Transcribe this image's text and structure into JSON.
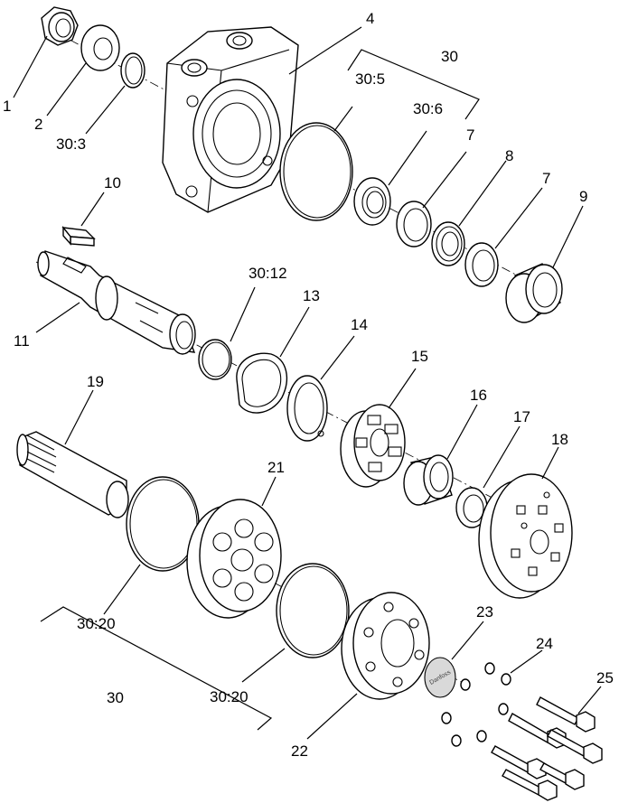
{
  "diagram": {
    "callouts": [
      {
        "id": "c1",
        "text": "1"
      },
      {
        "id": "c2",
        "text": "2"
      },
      {
        "id": "c30_3",
        "text": "30:3"
      },
      {
        "id": "c4",
        "text": "4"
      },
      {
        "id": "c30",
        "text": "30"
      },
      {
        "id": "c30_5",
        "text": "30:5"
      },
      {
        "id": "c30_6",
        "text": "30:6"
      },
      {
        "id": "c7a",
        "text": "7"
      },
      {
        "id": "c8",
        "text": "8"
      },
      {
        "id": "c7b",
        "text": "7"
      },
      {
        "id": "c9",
        "text": "9"
      },
      {
        "id": "c10",
        "text": "10"
      },
      {
        "id": "c11",
        "text": "11"
      },
      {
        "id": "c30_12",
        "text": "30:12"
      },
      {
        "id": "c13",
        "text": "13"
      },
      {
        "id": "c14",
        "text": "14"
      },
      {
        "id": "c15",
        "text": "15"
      },
      {
        "id": "c16",
        "text": "16"
      },
      {
        "id": "c17",
        "text": "17"
      },
      {
        "id": "c18",
        "text": "18"
      },
      {
        "id": "c19",
        "text": "19"
      },
      {
        "id": "c21",
        "text": "21"
      },
      {
        "id": "c30_20a",
        "text": "30:20"
      },
      {
        "id": "c30b",
        "text": "30"
      },
      {
        "id": "c30_20b",
        "text": "30:20"
      },
      {
        "id": "c22",
        "text": "22"
      },
      {
        "id": "c23",
        "text": "23"
      },
      {
        "id": "c24",
        "text": "24"
      },
      {
        "id": "c25",
        "text": "25"
      }
    ],
    "nameplate_logo": "Danfoss"
  }
}
